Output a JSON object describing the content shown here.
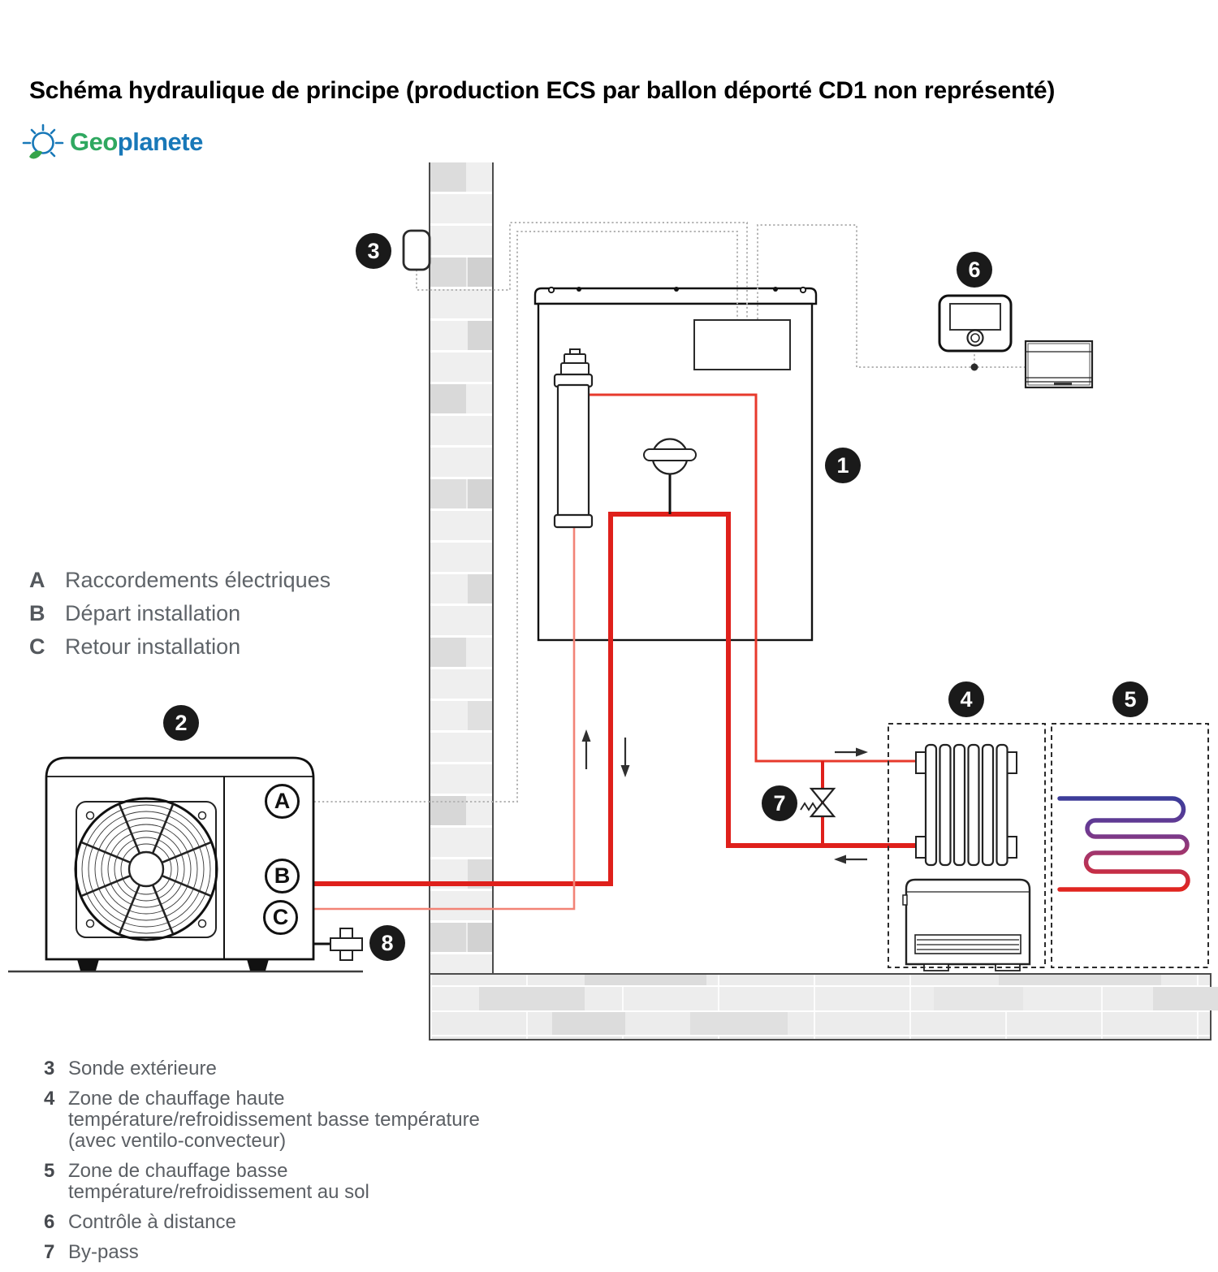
{
  "title": "Schéma hydraulique de principe (production ECS par ballon déporté CD1 non représenté)",
  "logo": {
    "part1": "Geo",
    "part2": "planete"
  },
  "markers": [
    {
      "label": "1"
    },
    {
      "label": "2"
    },
    {
      "label": "3"
    },
    {
      "label": "4"
    },
    {
      "label": "5"
    },
    {
      "label": "6"
    },
    {
      "label": "7"
    },
    {
      "label": "8"
    }
  ],
  "ports": [
    {
      "label": "A"
    },
    {
      "label": "B"
    },
    {
      "label": "C"
    }
  ],
  "legend_abc": [
    {
      "key": "A",
      "text": "Raccordements électriques"
    },
    {
      "key": "B",
      "text": "Départ installation"
    },
    {
      "key": "C",
      "text": "Retour installation"
    }
  ],
  "legend_items": [
    {
      "num": "3",
      "text": "Sonde extérieure"
    },
    {
      "num": "4",
      "text": "Zone de chauffage haute température/refroidissement basse température (avec ventilo-convecteur)"
    },
    {
      "num": "5",
      "text": "Zone de chauffage basse température/refroidissement au sol"
    },
    {
      "num": "6",
      "text": "Contrôle à distance"
    },
    {
      "num": "7",
      "text": "By-pass"
    }
  ],
  "colors": {
    "pipe_thick_red": "#df201b",
    "pipe_thin_red": "#e73a2c",
    "pipe_return_red": "#f28376",
    "dotted_wiring_gray": "#b4b4b4",
    "logo_green": "#2fa860",
    "logo_blue": "#1878b8",
    "marker_black": "#1a1a1a",
    "coil_gradient_top": "#3c3c99",
    "coil_gradient_bottom": "#e1251f"
  }
}
